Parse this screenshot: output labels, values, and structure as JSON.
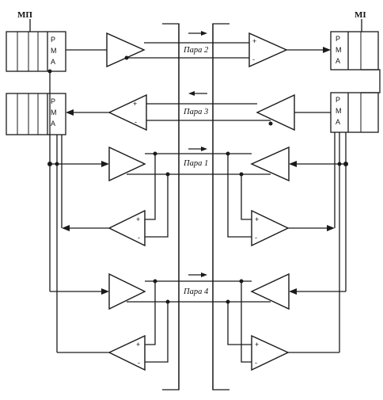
{
  "left_unit": {
    "label": "МП",
    "block_letters": [
      "P",
      "M",
      "A"
    ]
  },
  "right_unit": {
    "label": "МІ",
    "block_letters": [
      "P",
      "M",
      "A"
    ]
  },
  "pairs": [
    {
      "label": "Пара 2"
    },
    {
      "label": "Пара 3"
    },
    {
      "label": "Пара 1"
    },
    {
      "label": "Пара 4"
    }
  ],
  "amp_signs": {
    "plus": "+",
    "minus": "-"
  }
}
